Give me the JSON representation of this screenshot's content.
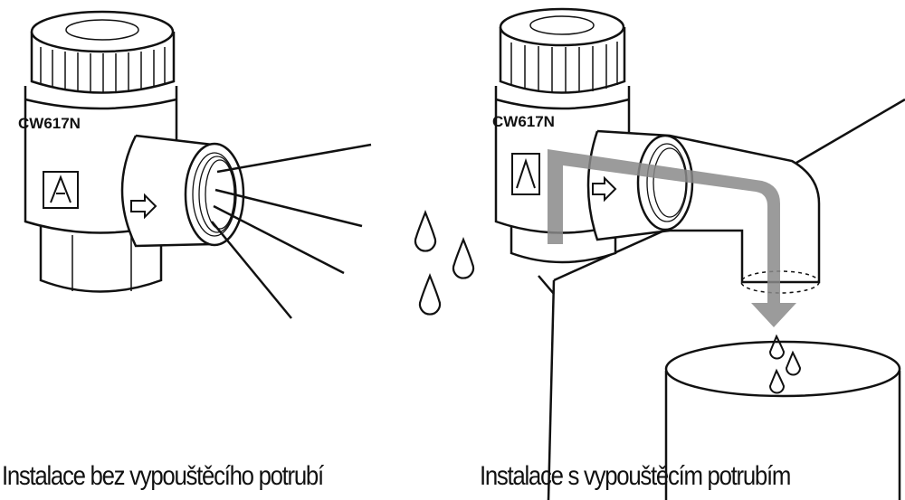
{
  "captions": {
    "left": "Instalace bez vypouštěcího potrubí",
    "right": "Instalace s vypouštěcím potrubím"
  },
  "valve_marking": "CW617N",
  "colors": {
    "line": "#111111",
    "flow_arrow": "#888888"
  }
}
